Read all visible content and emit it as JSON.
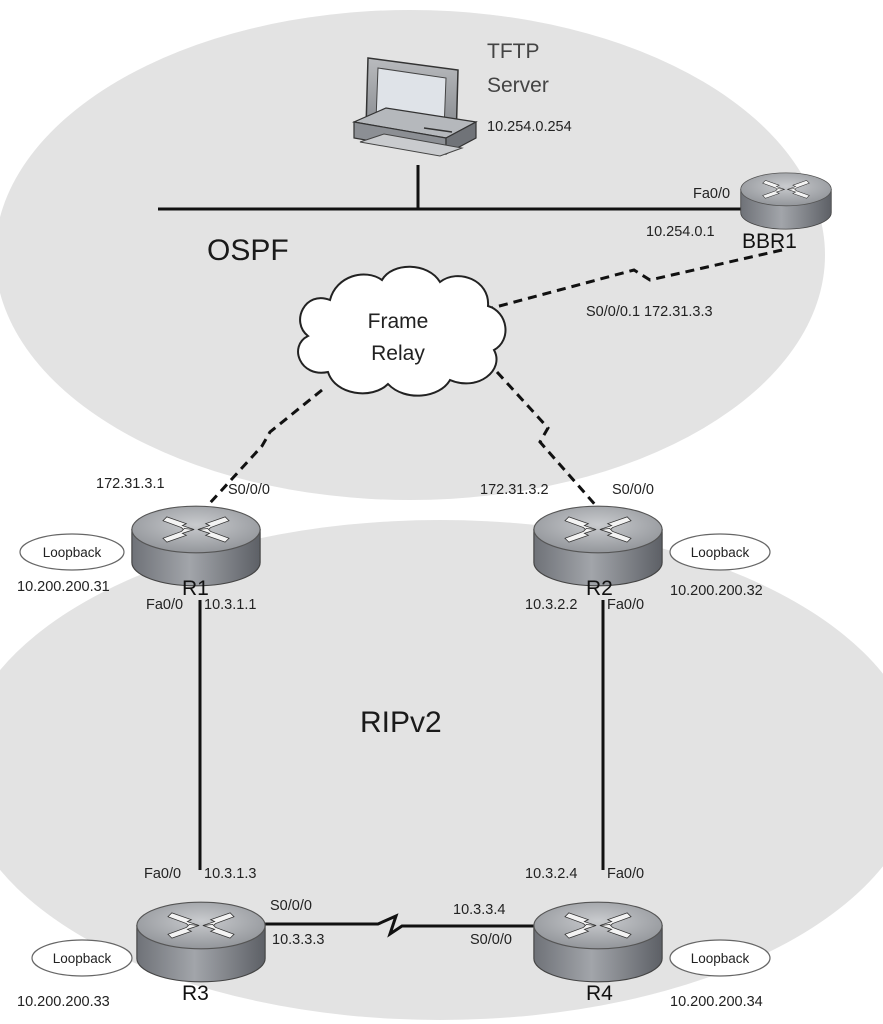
{
  "areas": {
    "ospf": "OSPF",
    "rip": "RIPv2"
  },
  "server": {
    "name_line1": "TFTP",
    "name_line2": "Server",
    "ip": "10.254.0.254",
    "icon": "pc-icon"
  },
  "cloud": {
    "line1": "Frame",
    "line2": "Relay",
    "icon": "cloud-icon"
  },
  "routers": {
    "bbr1": {
      "name": "BBR1",
      "fa_if": "Fa0/0",
      "fa_ip": "10.254.0.1",
      "serial": "S0/0/0.1 172.31.3.3"
    },
    "r1": {
      "name": "R1",
      "serial_ip": "172.31.3.1",
      "serial_if": "S0/0/0",
      "loopback": "Loopback",
      "loopback_ip": "10.200.200.31",
      "fa_if": "Fa0/0",
      "fa_ip": "10.3.1.1"
    },
    "r2": {
      "name": "R2",
      "serial_ip": "172.31.3.2",
      "serial_if": "S0/0/0",
      "loopback": "Loopback",
      "loopback_ip": "10.200.200.32",
      "fa_if": "Fa0/0",
      "fa_ip": "10.3.2.2"
    },
    "r3": {
      "name": "R3",
      "fa_if": "Fa0/0",
      "fa_ip": "10.3.1.3",
      "serial_if": "S0/0/0",
      "serial_ip": "10.3.3.3",
      "loopback": "Loopback",
      "loopback_ip": "10.200.200.33"
    },
    "r4": {
      "name": "R4",
      "fa_if": "Fa0/0",
      "fa_ip": "10.3.2.4",
      "serial_if": "S0/0/0",
      "serial_ip": "10.3.3.4",
      "loopback": "Loopback",
      "loopback_ip": "10.200.200.34"
    }
  },
  "colors": {
    "ospf_area": "#e3e3e3",
    "rip_area": "#e3e3e3",
    "router_body": "#8d9095",
    "line": "#111111"
  }
}
